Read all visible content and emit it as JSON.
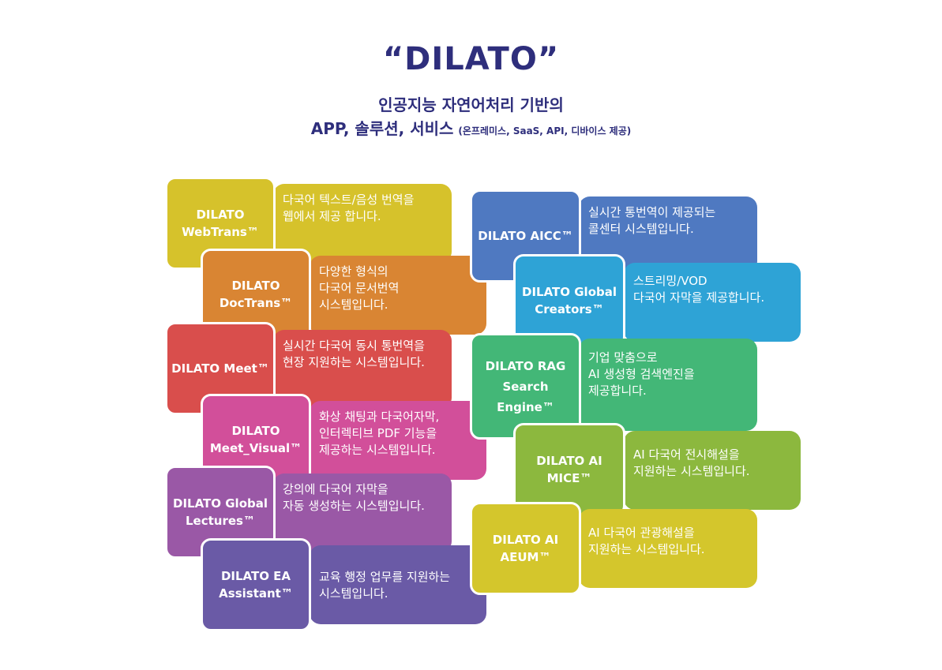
{
  "header": {
    "title": "“DILATO”",
    "subtitle_line1": "인공지능 자연어처리 기반의",
    "subtitle_line2": "APP, 솔루션, 서비스",
    "subtitle_note": "(온프레미스, SaaS, API, 디바이스 제공)"
  },
  "cards": [
    {
      "id": "webtrans",
      "color": "#d6c22b",
      "name": [
        "DILATO",
        "WebTrans™"
      ],
      "desc": [
        "다국어 텍스트/음성 번역을",
        "웹에서 제공 합니다."
      ]
    },
    {
      "id": "doctrans",
      "color": "#d98533",
      "name": [
        "DILATO",
        "DocTrans™"
      ],
      "desc": [
        "다양한 형식의",
        "다국어 문서번역",
        "시스템입니다."
      ]
    },
    {
      "id": "meet",
      "color": "#d94e4c",
      "name": [
        "DILATO Meet™"
      ],
      "desc": [
        "실시간 다국어 동시 통번역을",
        "현장 지원하는 시스템입니다."
      ]
    },
    {
      "id": "meet-visual",
      "color": "#d24f9a",
      "name": [
        "DILATO",
        "Meet_Visual™"
      ],
      "desc": [
        "화상 채팅과 다국어자막,",
        "인터렉티브 PDF 기능을",
        "제공하는 시스템입니다."
      ]
    },
    {
      "id": "global-lectures",
      "color": "#9a58a6",
      "name": [
        "DILATO Global",
        "Lectures™"
      ],
      "desc": [
        "강의에 다국어 자막을",
        "자동 생성하는 시스템입니다."
      ]
    },
    {
      "id": "ea-assistant",
      "color": "#6a5aa6",
      "name": [
        "DILATO EA",
        "Assistant™"
      ],
      "desc": [
        "교육 행정 업무를 지원하는",
        "시스템입니다."
      ]
    },
    {
      "id": "aicc",
      "color": "#4f79c1",
      "name": [
        "DILATO AICC™"
      ],
      "desc": [
        "실시간 통번역이 제공되는",
        "콜센터 시스템입니다."
      ]
    },
    {
      "id": "global-creators",
      "color": "#2ea3d6",
      "name": [
        "DILATO Global",
        "Creators™"
      ],
      "desc": [
        "스트리밍/VOD",
        "다국어 자막을 제공합니다."
      ]
    },
    {
      "id": "rag",
      "color": "#43b777",
      "name": [
        "DILATO RAG",
        "Search",
        "Engine™"
      ],
      "desc": [
        "기업 맞춤으로",
        "AI 생성형 검색엔진을",
        "제공합니다."
      ]
    },
    {
      "id": "ai-mice",
      "color": "#8cb83e",
      "name": [
        "DILATO AI",
        "MICE™"
      ],
      "desc": [
        "AI 다국어 전시해설을",
        "지원하는 시스템입니다."
      ]
    },
    {
      "id": "ai-aeum",
      "color": "#d4c62c",
      "name": [
        "DILATO AI",
        "AEUM™"
      ],
      "desc": [
        "AI 다국어 관광해설을",
        "지원하는 시스템입니다."
      ]
    }
  ]
}
